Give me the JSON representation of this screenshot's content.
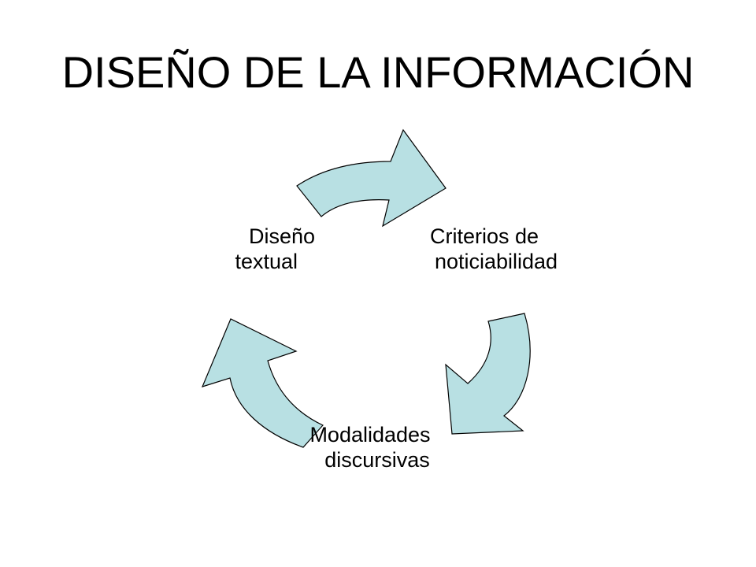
{
  "slide": {
    "title": "DISEÑO DE LA INFORMACIÓN"
  },
  "cycle": {
    "arrow_fill": "#b8e0e3",
    "arrow_stroke": "#000000",
    "nodes": [
      {
        "line1": "Criterios de",
        "line2": "noticiabilidad"
      },
      {
        "line1": "Modalidades",
        "line2": "discursivas"
      },
      {
        "line1": "Diseño",
        "line2": "textual"
      }
    ]
  }
}
